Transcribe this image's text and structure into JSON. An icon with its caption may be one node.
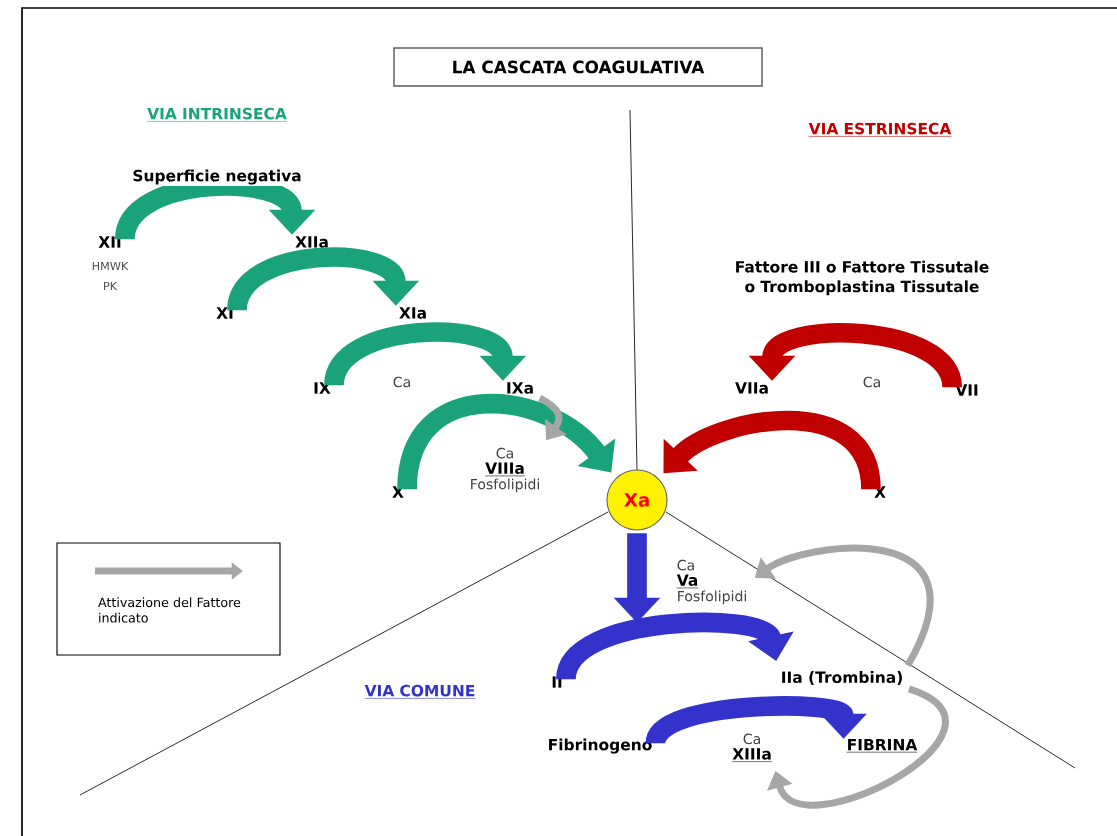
{
  "diagram": {
    "title": "LA CASCATA COAGULATIVA",
    "nodes": [
      {
        "text": [
          "XII"
        ],
        "beside": [
          "HMWK",
          "PK"
        ]
      },
      {
        "text": [
          "XIIa"
        ]
      },
      {
        "text": [
          "XI"
        ]
      },
      {
        "text": [
          "XIa"
        ]
      },
      {
        "text": [
          "IX"
        ]
      },
      {
        "text": [
          "IXa"
        ]
      },
      {
        "text": [
          "X"
        ]
      },
      {
        "text": [
          "Xa"
        ]
      },
      {
        "text": [
          "VII"
        ]
      },
      {
        "text": [
          "VIIa"
        ]
      },
      {
        "text": [
          "X"
        ]
      },
      {
        "text": [
          "II"
        ]
      },
      {
        "text": [
          "IIa (Trombina)"
        ]
      },
      {
        "text": [
          "Fibrinogeno"
        ]
      },
      {
        "text": [
          "FIBRINA"
        ]
      },
      {
        "text": [
          "Ca",
          "VIIIa",
          "Fosfolipidi"
        ]
      },
      {
        "text": [
          "Ca",
          "Va",
          "Fosfolipidi"
        ]
      },
      {
        "text": [
          "Ca",
          "XIIIa"
        ]
      }
    ],
    "edges": [
      {
        "from": 0,
        "to": 1,
        "arrow": "to",
        "label": "Superficie negativa",
        "color": "#1aa37a"
      },
      {
        "from": 2,
        "to": 3,
        "arrow": "to",
        "color": "#1aa37a"
      },
      {
        "from": 4,
        "to": 5,
        "arrow": "to",
        "label": "Ca",
        "color": "#1aa37a"
      },
      {
        "from": 6,
        "to": 7,
        "arrow": "to",
        "color": "#1aa37a"
      },
      {
        "from": 5,
        "to": 15,
        "arrow": "to",
        "color": "#a6a6a6"
      },
      {
        "from": 8,
        "to": 9,
        "arrow": "to",
        "label": "Ca",
        "color": "#c00000"
      },
      {
        "from": 10,
        "to": 7,
        "arrow": "to",
        "color": "#c00000"
      },
      {
        "from": 7,
        "to": null,
        "arrow": "to",
        "color": "#3333cc"
      },
      {
        "from": 11,
        "to": 12,
        "arrow": "to",
        "color": "#3333cc"
      },
      {
        "from": 12,
        "to": 16,
        "arrow": "to",
        "color": "#a6a6a6"
      },
      {
        "from": 13,
        "to": 14,
        "arrow": "to",
        "color": "#3333cc"
      },
      {
        "from": 12,
        "to": 17,
        "arrow": "to",
        "color": "#a6a6a6"
      }
    ],
    "labels": [
      "VIA INTRINSECA",
      "VIA ESTRINSECA",
      "Fattore III o Fattore Tissutale o Tromboplastina Tissutale",
      "VIA COMUNE"
    ],
    "legend": [
      {
        "text": "Attivazione del Fattore indicato"
      }
    ]
  }
}
